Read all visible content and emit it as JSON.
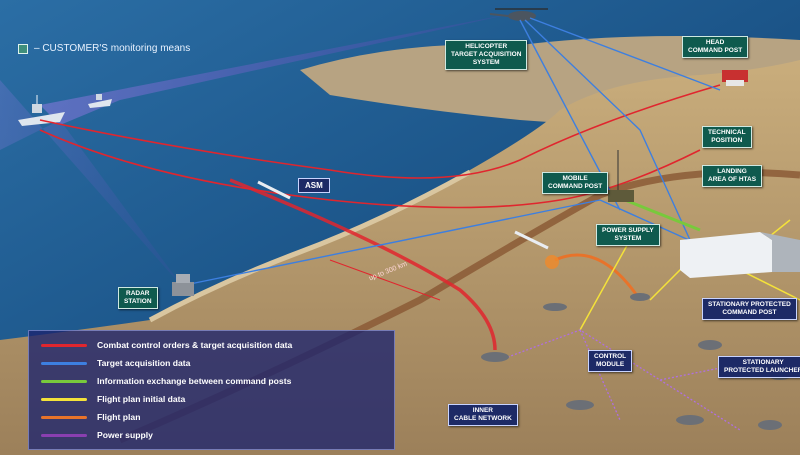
{
  "legend_top": {
    "text": "– CUSTOMER'S monitoring means",
    "icon": "teal-square-icon"
  },
  "labels": {
    "helicopter": [
      "HELICOPTER",
      "TARGET ACQUISITION",
      "SYSTEM"
    ],
    "head_cp": [
      "HEAD",
      "COMMAND POST"
    ],
    "technical": [
      "TECHNICAL",
      "POSITION"
    ],
    "landing": [
      "LANDING",
      "AREA OF HTAS"
    ],
    "mobile_cp": [
      "MOBILE",
      "COMMAND POST"
    ],
    "power_supply": [
      "POWER SUPPLY",
      "SYSTEM"
    ],
    "asm": "ASM",
    "radar": [
      "RADAR",
      "STATION"
    ],
    "control_module": [
      "CONTROL",
      "MODULE"
    ],
    "inner_cable": [
      "INNER",
      "CABLE NETWORK"
    ],
    "stationary_cp": [
      "STATIONARY PROTECTED",
      "COMMAND POST"
    ],
    "stationary_launcher": [
      "STATIONARY",
      "PROTECTED LAUNCHER"
    ],
    "distance": "up to 300 km"
  },
  "legend": [
    {
      "label": "Combat control orders & target acquisition data",
      "color": "#e0262e"
    },
    {
      "label": "Target acquisition data",
      "color": "#3d7fe0"
    },
    {
      "label": "Information exchange between command posts",
      "color": "#78c93c"
    },
    {
      "label": "Flight plan initial data",
      "color": "#f4e23a"
    },
    {
      "label": "Flight plan",
      "color": "#e8732a"
    },
    {
      "label": "Power supply",
      "color": "#8a3fb0"
    }
  ],
  "colors": {
    "sea": "#1d5a8e",
    "land": "#b79a6e",
    "coverage": "#7b6bd6",
    "label_bg": "#0f5a4e"
  }
}
